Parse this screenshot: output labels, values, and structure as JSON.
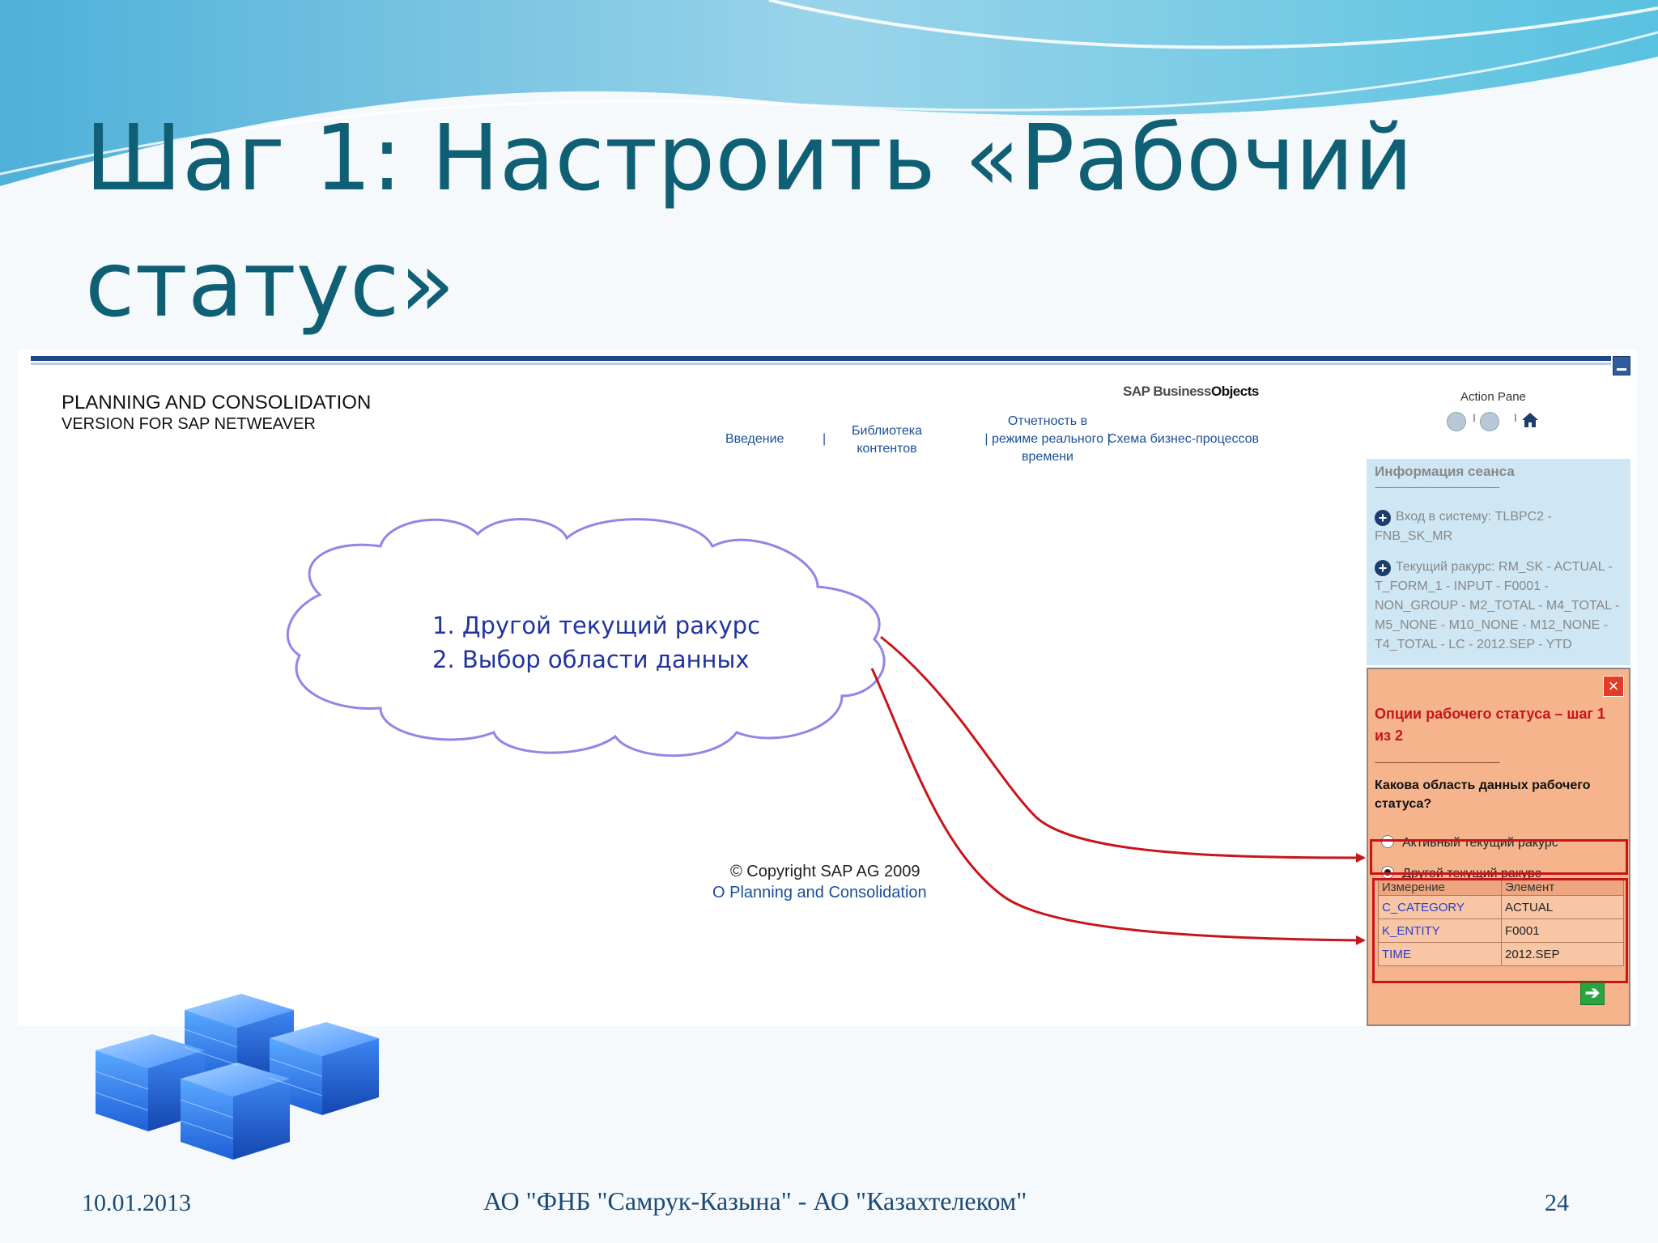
{
  "slide": {
    "title": "Шаг 1: Настроить «Рабочий статус»",
    "footer_date": "10.01.2013",
    "footer_center": "АО \"ФНБ \"Самрук-Казына\" - АО \"Казахтелеком\"",
    "page_number": "24"
  },
  "app": {
    "title": "PLANNING AND CONSOLIDATION",
    "subtitle": "VERSION FOR SAP NETWEAVER",
    "logo_prefix": "SAP Business",
    "logo_suffix": "Objects",
    "nav": {
      "intro": "Введение",
      "sep1": "|",
      "library": "Библиотека\nконтентов",
      "reporting_pre": "Отчетность в",
      "reporting_mid": "| режиме реального |",
      "reporting_post": "времени",
      "process": "Схема бизнес-процессов"
    },
    "action_pane": {
      "label": "Action Pane",
      "sep": "I"
    },
    "copyright": "© Copyright SAP AG 2009",
    "about_link": "О Planning and Consolidation"
  },
  "session": {
    "title": "Информация сеанса",
    "divider": "------------------------------------------",
    "login": "Вход в систему: TLBPC2 - FNB_SK_MR",
    "context": "Текущий ракурс: RM_SK - ACTUAL - T_FORM_1 - INPUT - F0001 - NON_GROUP - M2_TOTAL - M4_TOTAL - M5_NONE - M10_NONE - M12_NONE - T4_TOTAL - LC - 2012.SEP - YTD"
  },
  "work_status": {
    "title": "Опции рабочего статуса – шаг 1 из 2",
    "divider": "------------------------------------------",
    "question": "Какова область данных рабочего статуса?",
    "option_active": "Активный текущий ракурс",
    "option_other": "Другой текущий ракурс",
    "table": {
      "headers": [
        "Измерение",
        "Элемент"
      ],
      "rows": [
        {
          "dimension": "C_CATEGORY",
          "member": "ACTUAL"
        },
        {
          "dimension": "K_ENTITY",
          "member": "F0001"
        },
        {
          "dimension": "TIME",
          "member": "2012.SEP"
        }
      ]
    }
  },
  "callout": {
    "line1": "1. Другой текущий ракурс",
    "line2": "2. Выбор области данных"
  },
  "colors": {
    "title": "#0f6075",
    "accent_red": "#c8151b",
    "panel_orange": "#f5b48c",
    "session_blue": "#cfe7f5",
    "link_blue": "#1a4f97"
  }
}
